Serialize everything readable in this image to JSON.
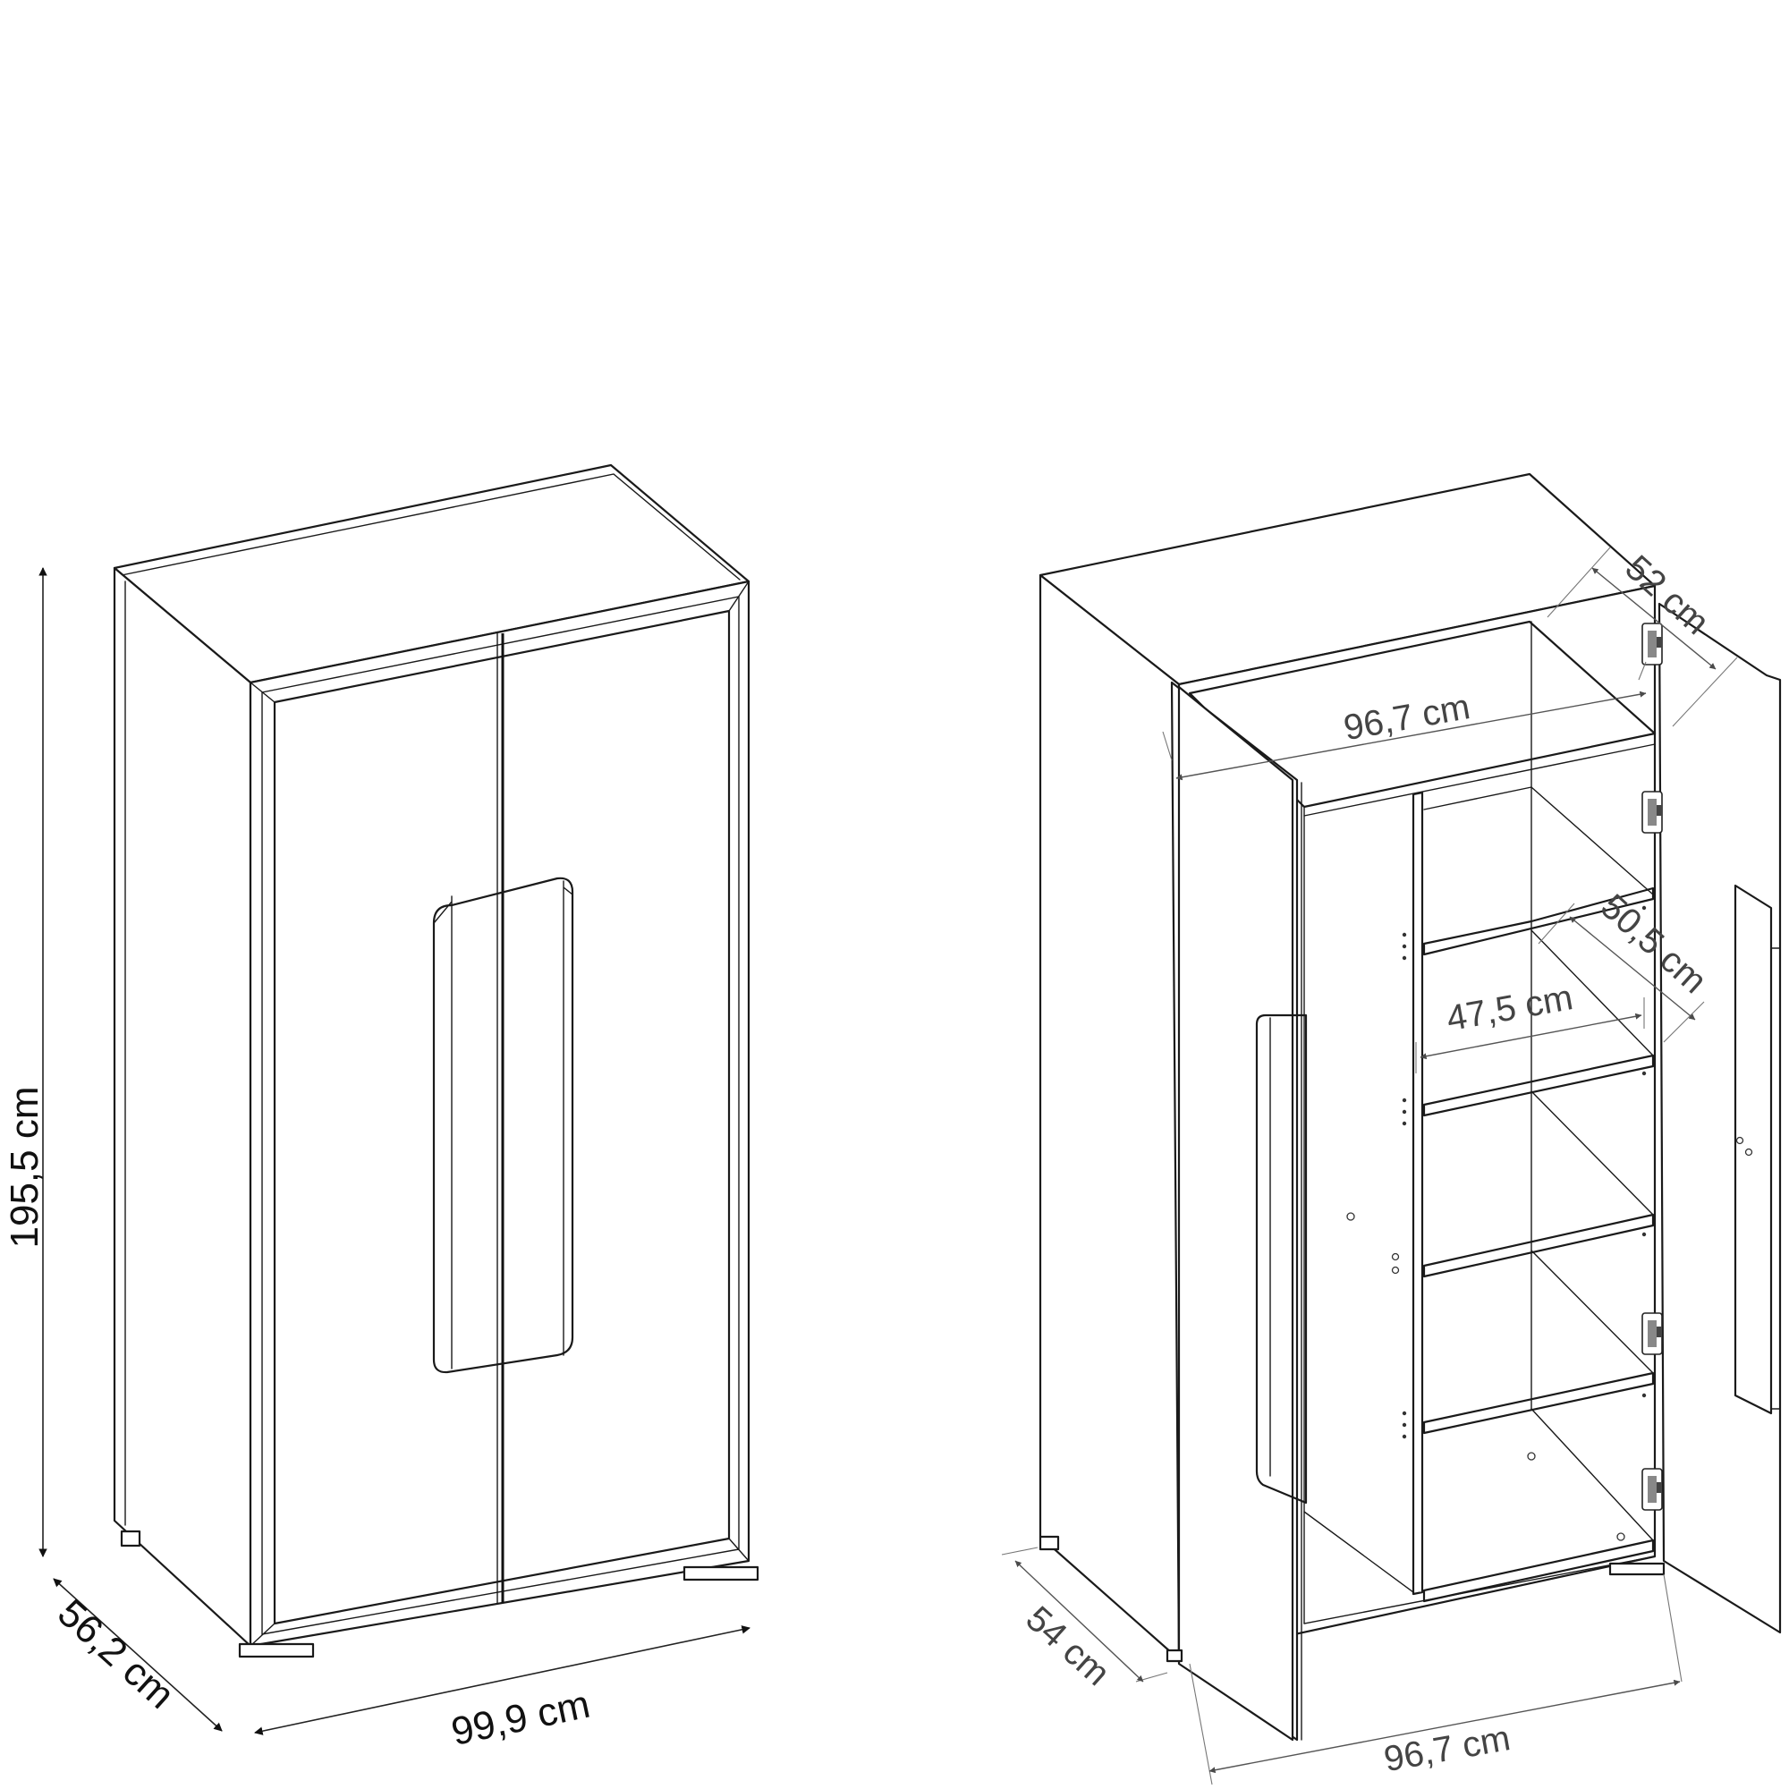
{
  "closed_view": {
    "height_label": "195,5 cm",
    "depth_label": "56,2 cm",
    "width_label": "99,9 cm"
  },
  "open_view": {
    "top_depth_label": "52 cm",
    "inner_width_top_label": "96,7 cm",
    "shelf_depth_label": "50,5 cm",
    "shelf_width_label": "47,5 cm",
    "depth_label": "54 cm",
    "width_label": "96,7 cm"
  },
  "colors": {
    "line": "#1a1a1a",
    "dimension": "#444444",
    "arrow": "#4a4a4a"
  }
}
